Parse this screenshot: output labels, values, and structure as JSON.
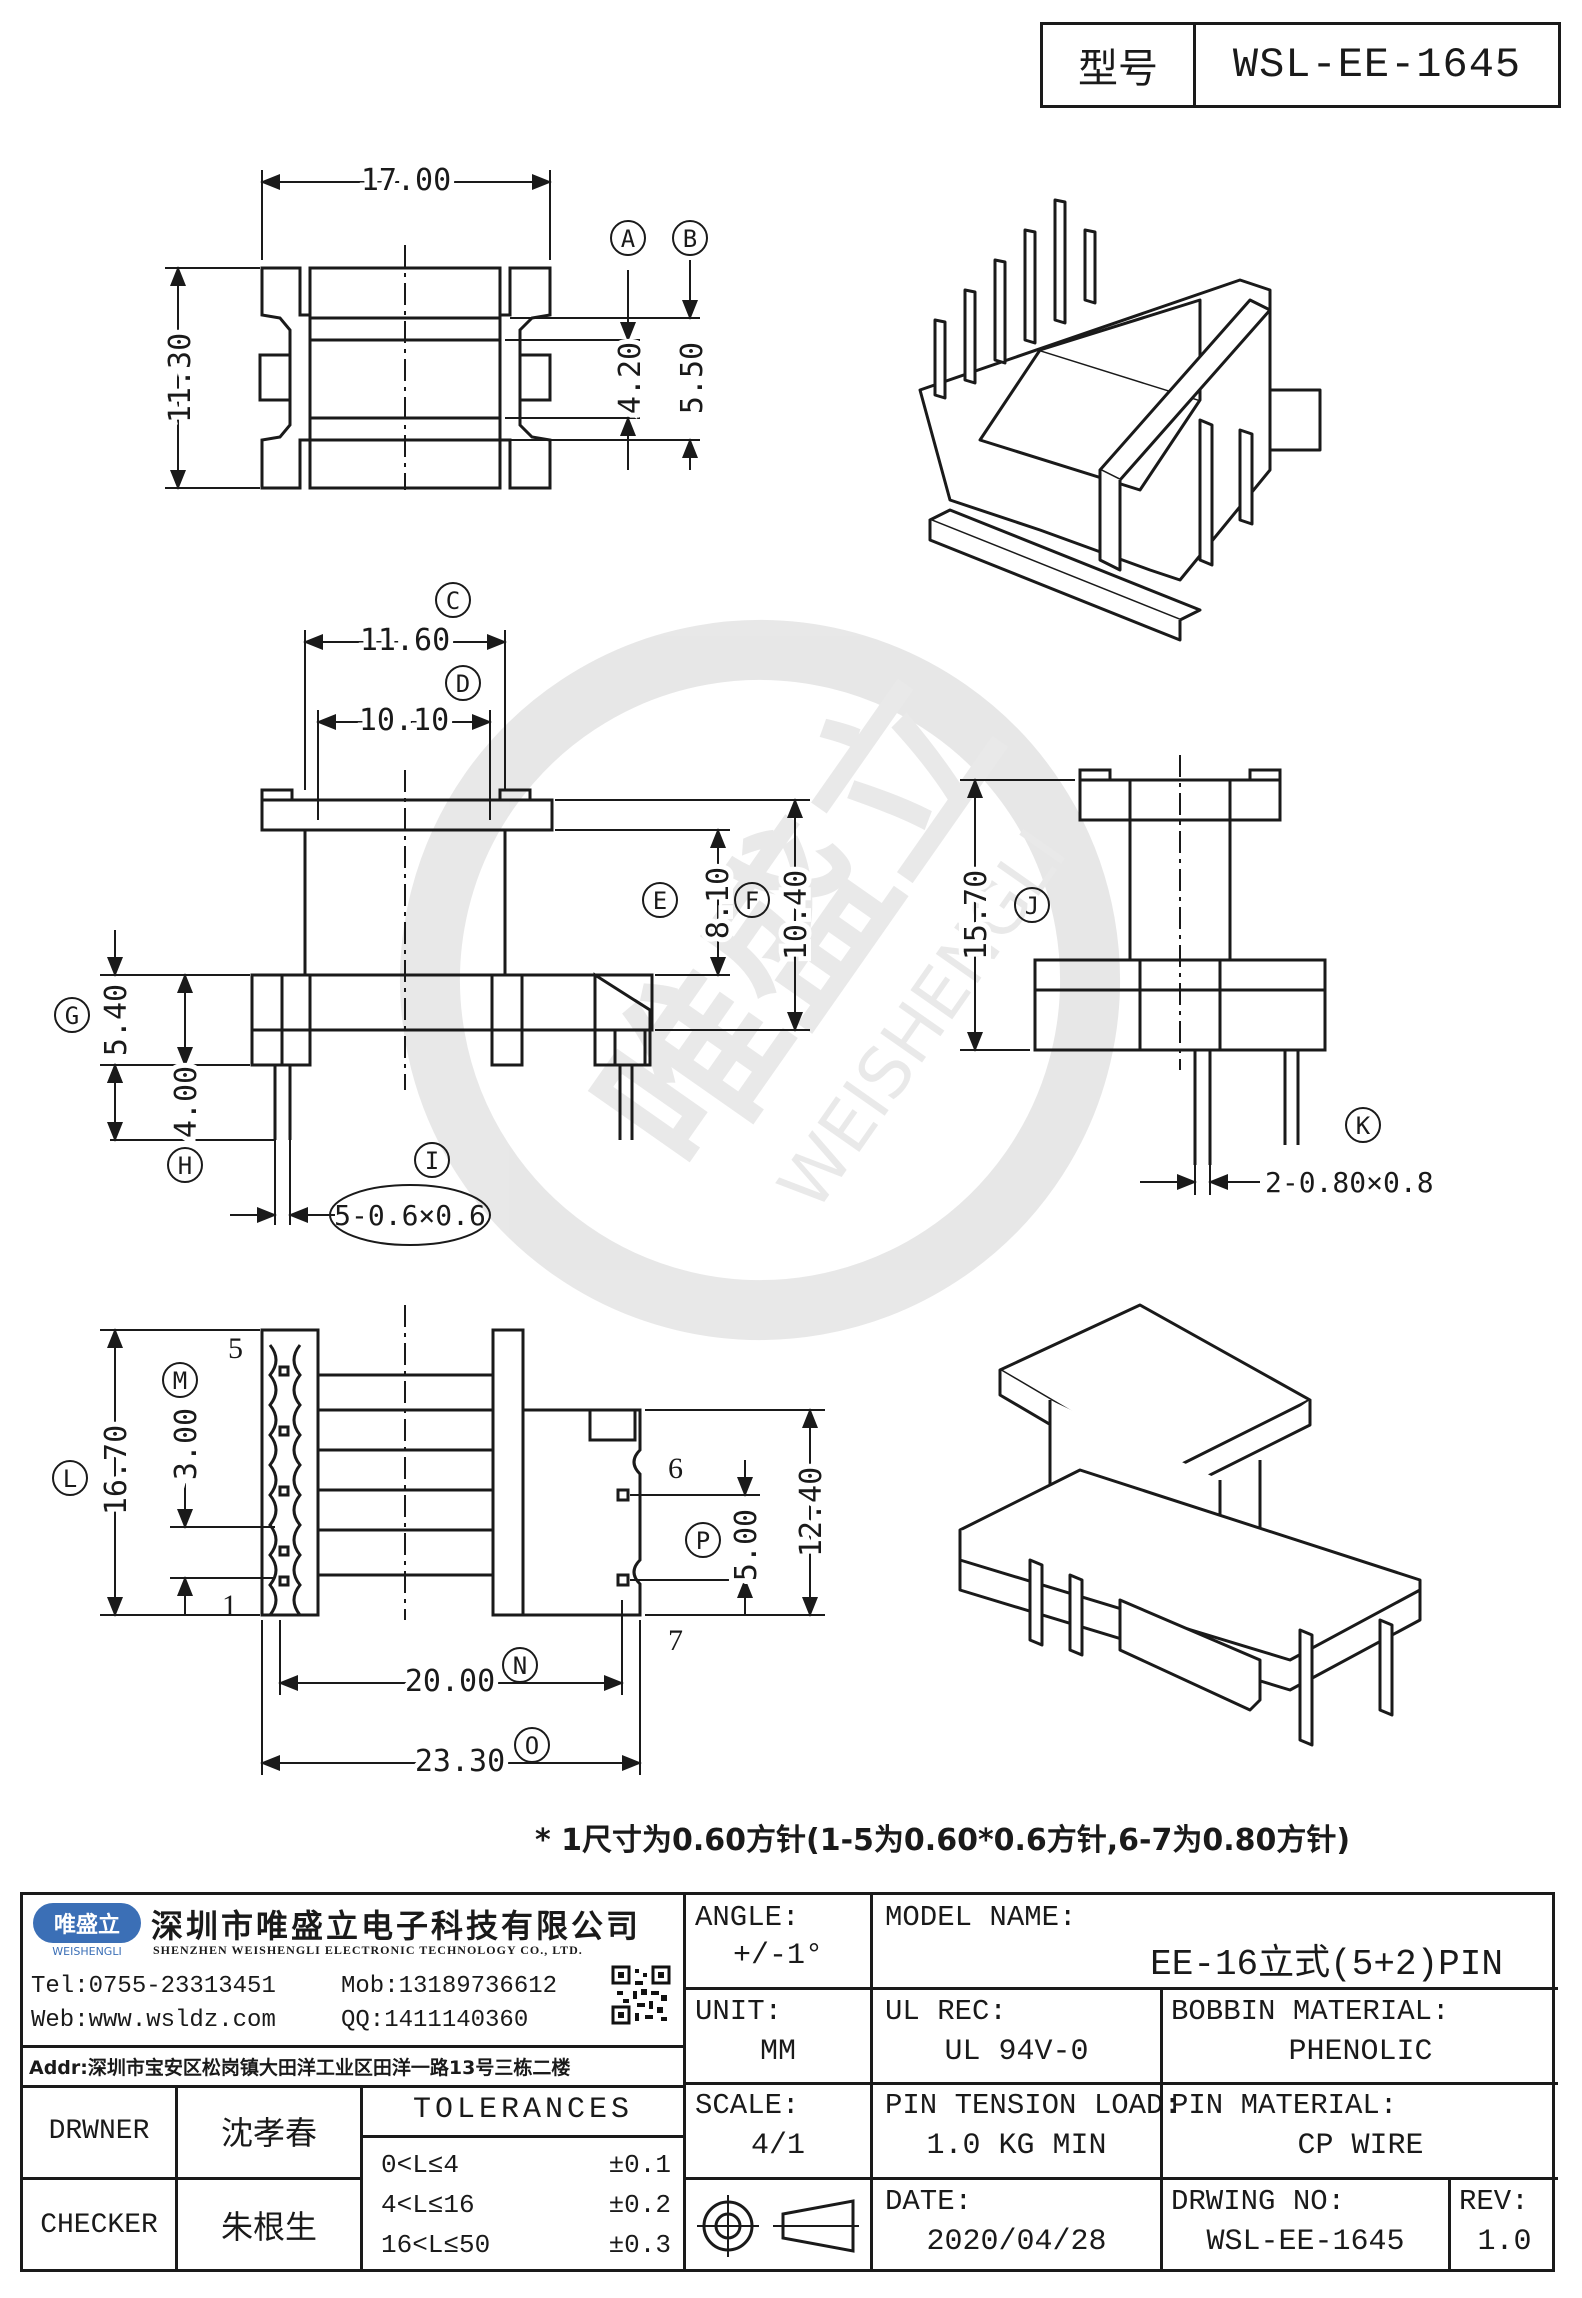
{
  "model_box": {
    "label": "型号",
    "value": "WSL-EE-1645"
  },
  "dims": {
    "top_width": "17.00",
    "top_height": "11.30",
    "dim_a": "4.20",
    "dim_b": "5.50",
    "mid_c": "11.60",
    "mid_d": "10.10",
    "mid_e": "8.10",
    "mid_f": "10.40",
    "mid_g": "5.40",
    "mid_h": "4.00",
    "pin_i": "5-0.6×0.6",
    "side_j": "15.70",
    "pin_k": "2-0.80×0.8",
    "bot_l": "16.70",
    "bot_m": "3.00",
    "bot_n": "20.00",
    "bot_o": "23.30",
    "bot_p": "5.00",
    "bot_right_h": "12.40"
  },
  "markers": [
    "A",
    "B",
    "C",
    "D",
    "E",
    "F",
    "G",
    "H",
    "I",
    "J",
    "K",
    "L",
    "M",
    "N",
    "O",
    "P"
  ],
  "pin_numbers": {
    "p5": "5",
    "p1": "1",
    "p6": "6",
    "p7": "7"
  },
  "note": "* 1尺寸为0.60方针(1-5为0.60*0.6方针,6-7为0.80方针)",
  "watermark": {
    "cn": "唯盛立",
    "en": "WEISHENGLI"
  },
  "company": {
    "logo_text": "唯盛立",
    "logo_sub": "WEISHENGLI",
    "name_cn": "深圳市唯盛立电子科技有限公司",
    "name_en": "SHENZHEN WEISHENGLI ELECTRONIC TECHNOLOGY CO., LTD.",
    "tel": "Tel:0755-23313451",
    "mob": "Mob:13189736612",
    "web": "Web:www.wsldz.com",
    "qq": "QQ:1411140360",
    "addr": "Addr:深圳市宝安区松岗镇大田洋工业区田洋一路13号三栋二楼"
  },
  "title_block": {
    "angle_label": "ANGLE:",
    "angle_value": "+/-1°",
    "model_name_label": "MODEL NAME:",
    "model_name_value": "EE-16立式(5+2)PIN",
    "unit_label": "UNIT:",
    "unit_value": "MM",
    "ul_label": "UL REC:",
    "ul_value": "UL 94V-0",
    "bobbin_label": "BOBBIN MATERIAL:",
    "bobbin_value": "PHENOLIC",
    "scale_label": "SCALE:",
    "scale_value": "4/1",
    "tension_label": "PIN TENSION LOAD:",
    "tension_value": "1.0 KG MIN",
    "pin_mat_label": "PIN MATERIAL:",
    "pin_mat_value": "CP WIRE",
    "date_label": "DATE:",
    "date_value": "2020/04/28",
    "dwg_label": "DRWING NO:",
    "dwg_value": "WSL-EE-1645",
    "rev_label": "REV:",
    "rev_value": "1.0",
    "drawer_label": "DRWNER",
    "drawer_value": "沈孝春",
    "checker_label": "CHECKER",
    "checker_value": "朱根生",
    "tolerances_label": "TOLERANCES",
    "tol_rows": [
      {
        "range": "0<L≤4",
        "value": "±0.1"
      },
      {
        "range": "4<L≤16",
        "value": "±0.2"
      },
      {
        "range": "16<L≤50",
        "value": "±0.3"
      }
    ]
  }
}
